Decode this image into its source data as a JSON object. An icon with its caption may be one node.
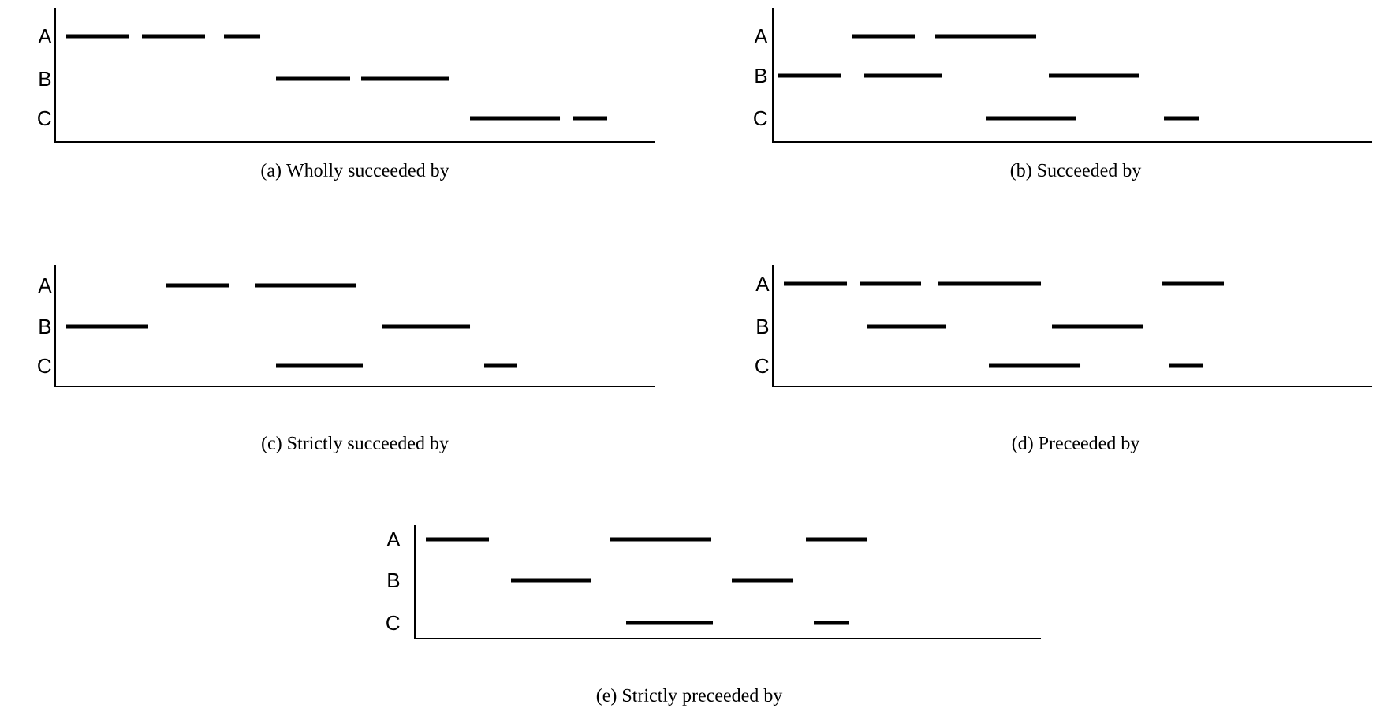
{
  "diagram": {
    "labels": [
      "A",
      "B",
      "C",
      "(a) Wholly succeeded by",
      "A",
      "B",
      "C",
      "(b) Succeeded by",
      "A",
      "B",
      "C",
      "(c) Strictly succeeded by",
      "A",
      "B",
      "C",
      "(d) Preceeded by",
      "A",
      "B",
      "C",
      "(e) Strictly preceeded by"
    ]
  }
}
